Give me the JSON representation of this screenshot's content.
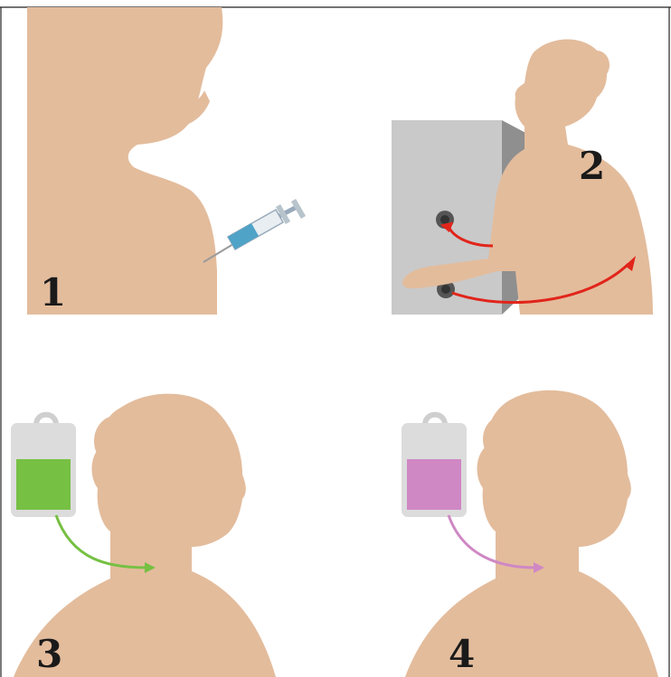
{
  "panels": [
    {
      "id": "panel-1",
      "step_number": "1",
      "illustration": "vaccine-injection-shoulder"
    },
    {
      "id": "panel-2",
      "step_number": "2",
      "illustration": "blood-processing-machine"
    },
    {
      "id": "panel-3",
      "step_number": "3",
      "illustration": "iv-infusion-green-bag"
    },
    {
      "id": "panel-4",
      "step_number": "4",
      "illustration": "iv-infusion-pink-bag"
    }
  ],
  "colors": {
    "skin": "#e3bc9c",
    "machine": "#c9c9c9",
    "machine_side": "#8f8f8f",
    "arrow_red": "#e1251b",
    "green_fluid": "#76c043",
    "pink_fluid": "#cf88c4",
    "bag": "#dcdcdc",
    "syringe_fluid": "#4fa3c7"
  },
  "icons": [
    "syringe-icon",
    "apheresis-machine-icon",
    "iv-bag-icon"
  ]
}
